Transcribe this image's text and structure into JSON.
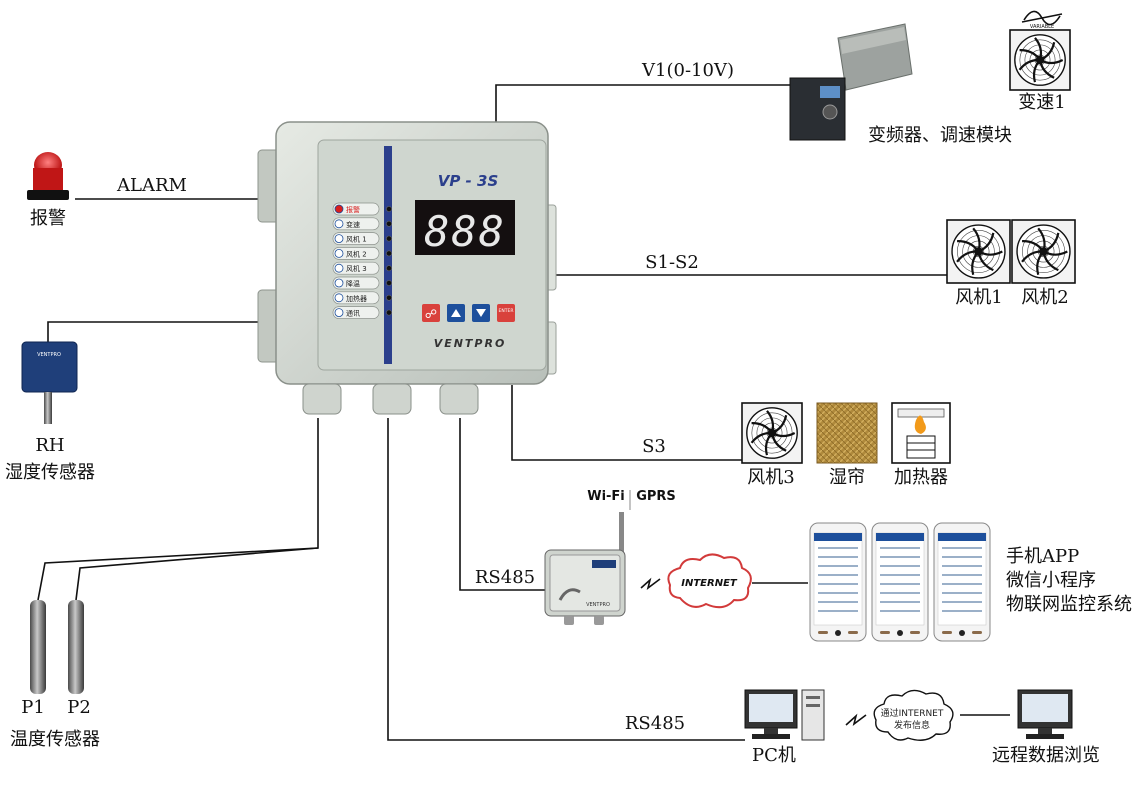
{
  "controller": {
    "model": "VP - 3S",
    "display": "888",
    "brand": "VENTPRO",
    "indicators": [
      "报警",
      "变速",
      "风机 1",
      "风机 2",
      "风机 3",
      "降温",
      "加热器",
      "通讯"
    ],
    "button_label": "ENTER"
  },
  "connections": {
    "v1": "V1(0-10V)",
    "alarm": "ALARM",
    "s1s2": "S1-S2",
    "s3": "S3",
    "rs485_module": "RS485",
    "rs485_pc": "RS485"
  },
  "devices": {
    "alarm": "报警",
    "rh": "RH",
    "humidity_sensor": "湿度传感器",
    "p1": "P1",
    "p2": "P2",
    "temp_sensor": "温度传感器",
    "inverter": "变频器、调速模块",
    "variable_speed": "变速1",
    "fan1": "风机1",
    "fan2": "风机2",
    "fan3": "风机3",
    "wet_curtain": "湿帘",
    "heater": "加热器",
    "wifi": "Wi-Fi",
    "gprs": "GPRS",
    "internet": "INTERNET",
    "gprs_brand": "VENTPRO",
    "pc": "PC机",
    "publish_cloud_line1": "通过INTERNET",
    "publish_cloud_line2": "发布信息",
    "remote": "远程数据浏览",
    "variable_tag": "VARIABLE"
  },
  "apps": {
    "line1": "手机APP",
    "line2": "微信小程序",
    "line3": "物联网监控系统"
  },
  "colors": {
    "panel": "#cfd6cf",
    "display_bg": "#140f10",
    "display_digit": "#e8e8e8",
    "alarm_red": "#d81e1e",
    "button_red": "#d9413c",
    "button_blue": "#1d4f9c",
    "accent_blue": "#2b3f8c"
  }
}
